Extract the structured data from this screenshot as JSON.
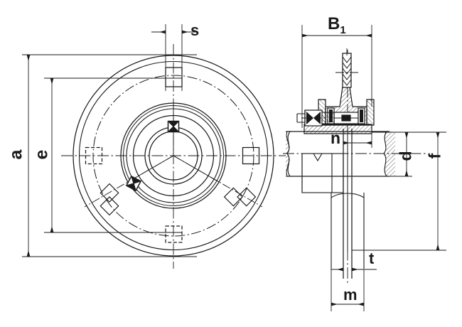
{
  "drawing": {
    "title": "Flanged Bearing Unit Dimension Drawing",
    "type": "engineering-line-drawing",
    "views": [
      {
        "name": "front-view",
        "description": "Round flange face view with four bolt holes"
      },
      {
        "name": "section-view",
        "description": "Cross-section through bearing insert and shaft"
      }
    ],
    "line_color": "#1a1a1a",
    "background_color": "#ffffff"
  },
  "dimensions": {
    "a": {
      "label": "a",
      "view": "front-view",
      "orientation": "vertical",
      "meaning": "overall flange outside diameter"
    },
    "e": {
      "label": "e",
      "view": "front-view",
      "orientation": "vertical",
      "meaning": "bolt hole pitch circle diameter"
    },
    "s": {
      "label": "s",
      "view": "front-view",
      "orientation": "horizontal",
      "meaning": "bolt hole width"
    },
    "B1": {
      "label": "B",
      "subscript": "1",
      "view": "section-view",
      "orientation": "horizontal",
      "meaning": "overall bearing unit width"
    },
    "n": {
      "label": "n",
      "view": "section-view",
      "orientation": "horizontal",
      "meaning": "flange thickness position"
    },
    "t": {
      "label": "t",
      "view": "section-view",
      "orientation": "horizontal",
      "meaning": "flange plate thickness"
    },
    "m": {
      "label": "m",
      "view": "section-view",
      "orientation": "horizontal",
      "meaning": "flange seat width"
    },
    "d": {
      "label": "d",
      "view": "section-view",
      "orientation": "vertical",
      "meaning": "shaft bore diameter"
    },
    "f": {
      "label": "f",
      "view": "section-view",
      "orientation": "vertical",
      "meaning": "centre height / flange outer radius"
    }
  },
  "features": {
    "bolt_holes": [
      {
        "name": "bolt-hole-top",
        "style": "solid",
        "position": "top"
      },
      {
        "name": "bolt-hole-left",
        "style": "hidden",
        "position": "left"
      },
      {
        "name": "bolt-hole-right",
        "style": "solid",
        "position": "right"
      },
      {
        "name": "bolt-hole-bottom",
        "style": "hidden",
        "position": "bottom"
      }
    ],
    "set_screws": [
      {
        "name": "set-screw-top",
        "angle_deg": 90
      },
      {
        "name": "set-screw-lower-left",
        "angle_deg": 210
      }
    ]
  }
}
